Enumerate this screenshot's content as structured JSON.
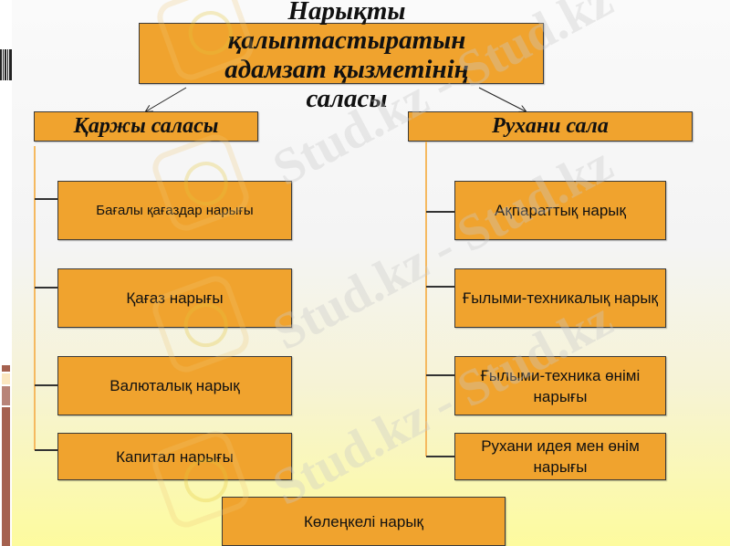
{
  "diagram": {
    "title": "Нарықты қалыптастыратын адамзат қызметінің саласы",
    "title_lines": [
      "Нарықты",
      "қалыптастыратын",
      "адамзат қызметінің",
      "саласы"
    ],
    "branches": [
      {
        "label": "Қаржы саласы",
        "items": [
          "Бағалы қағаздар нарығы",
          "Қағаз нарығы",
          "Валюталық нарық",
          "Капитал нарығы"
        ]
      },
      {
        "label": "Рухани сала",
        "items": [
          "Ақпараттық нарық",
          "Ғылыми-техникалық нарық",
          "Ғылыми-техника өнімі нарығы",
          "Рухани идея мен өнім нарығы"
        ]
      }
    ],
    "bottom_node": "Көлеңкелі нарық"
  },
  "watermark": {
    "text": "Stud.kz",
    "separator_text": "Stud.kz - Stud.kz"
  },
  "colors": {
    "box_fill": "#f0a32e",
    "box_border": "#3a3a3a",
    "connector_vertical": "#f5b960",
    "background_top": "#fafafa",
    "background_bottom": "#fdfb9e",
    "strip_accent": "#a5614f"
  }
}
